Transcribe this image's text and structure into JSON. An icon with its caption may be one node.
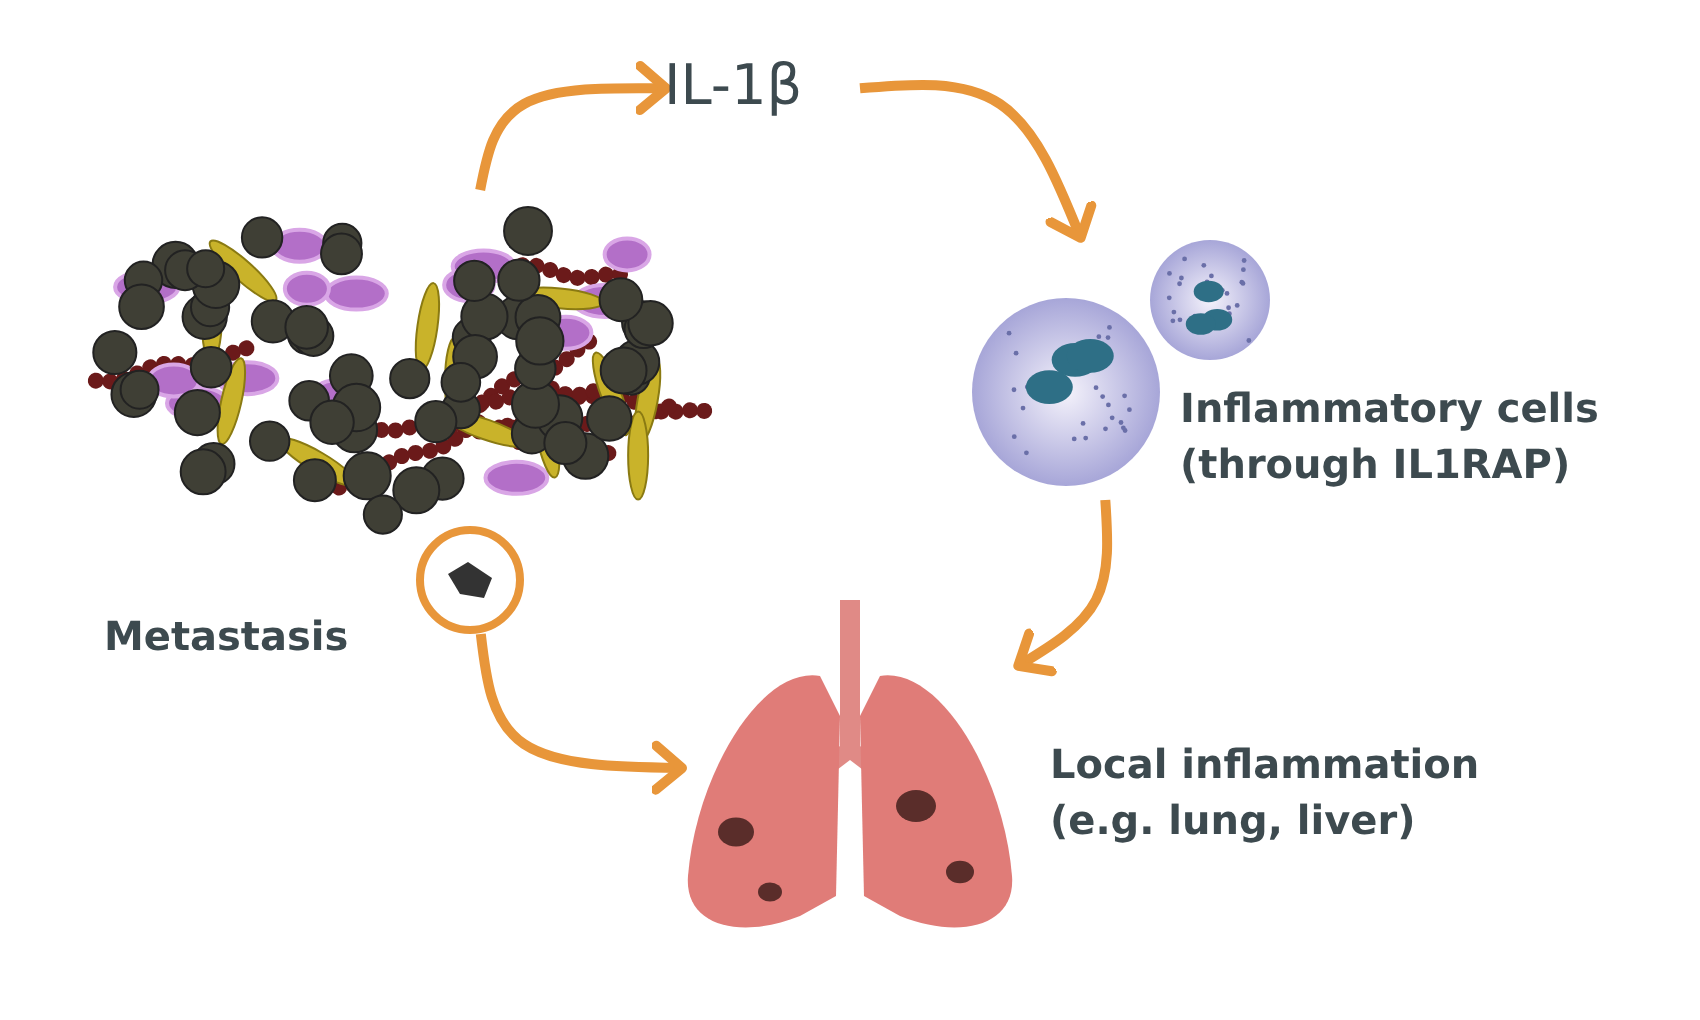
{
  "diagram": {
    "nodes": [
      {
        "text": [],
        "shape": "picture"
      },
      {
        "text": [
          "IL-1β"
        ]
      },
      {
        "text": [],
        "shape": "picture",
        "beside": [
          "Inflammatory cells (through IL1RAP)"
        ]
      },
      {
        "text": [],
        "shape": "circle",
        "beside": [
          "Metastasis"
        ]
      },
      {
        "text": [],
        "shape": "picture",
        "beside": [
          "Local inflammation (e.g. lung, liver)"
        ]
      }
    ],
    "edges": [
      {
        "from": 0,
        "to": 1,
        "arrow": "to"
      },
      {
        "from": 1,
        "to": 2,
        "arrow": "to"
      },
      {
        "from": 2,
        "to": 4,
        "arrow": "to"
      },
      {
        "from": 3,
        "to": 4,
        "arrow": "to"
      }
    ]
  }
}
